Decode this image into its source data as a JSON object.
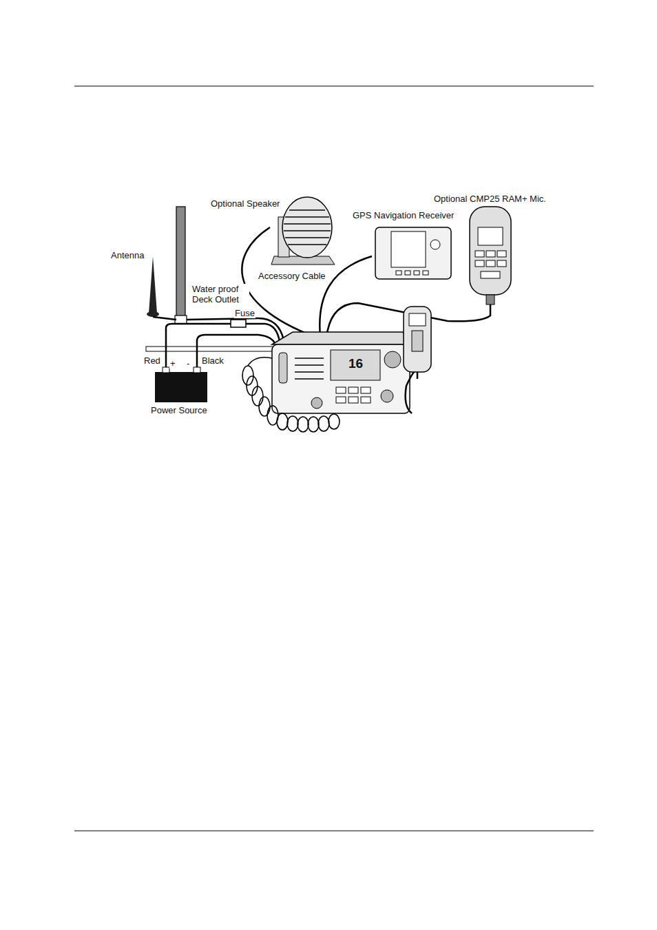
{
  "diagram": {
    "labels": [
      "Optional CMP25 RAM+ Mic.",
      "Optional Speaker",
      "GPS Navigation Receiver",
      "Antenna",
      "Accessory Cable",
      "Water proof Deck Outlet",
      "Fuse",
      "Red",
      "Black",
      "+",
      "-",
      "Power Source",
      "16"
    ]
  }
}
